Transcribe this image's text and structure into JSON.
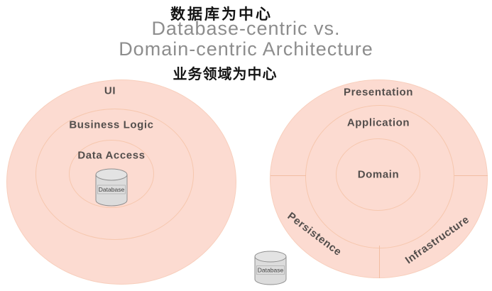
{
  "header": {
    "subtitle_top_cn": "数据库为中心",
    "title_line1": "Database-centric vs.",
    "title_line2": "Domain-centric Architecture",
    "subtitle_bottom_cn": "业务领域为中心"
  },
  "left_diagram": {
    "layers": {
      "outer": "UI",
      "middle": "Business Logic",
      "inner": "Data Access"
    },
    "database_label": "Database"
  },
  "right_diagram": {
    "layers": {
      "outer": "Presentation",
      "middle": "Application",
      "inner": "Domain"
    },
    "outer_sectors": {
      "bottom_left": "Persistence",
      "bottom_right": "Infrastructure"
    },
    "database_label": "Database"
  },
  "colors": {
    "circle_fill": "#fcdbd1",
    "ring_line": "#f6c7ae",
    "divider_line": "#f2bda2",
    "title_text": "#8d8d8d",
    "layer_label_text": "#534e4c",
    "cn_text": "#141414",
    "cylinder_body": "#dcdcdc",
    "cylinder_top": "#e3e3e3",
    "cylinder_stroke": "#8f8f8f"
  }
}
